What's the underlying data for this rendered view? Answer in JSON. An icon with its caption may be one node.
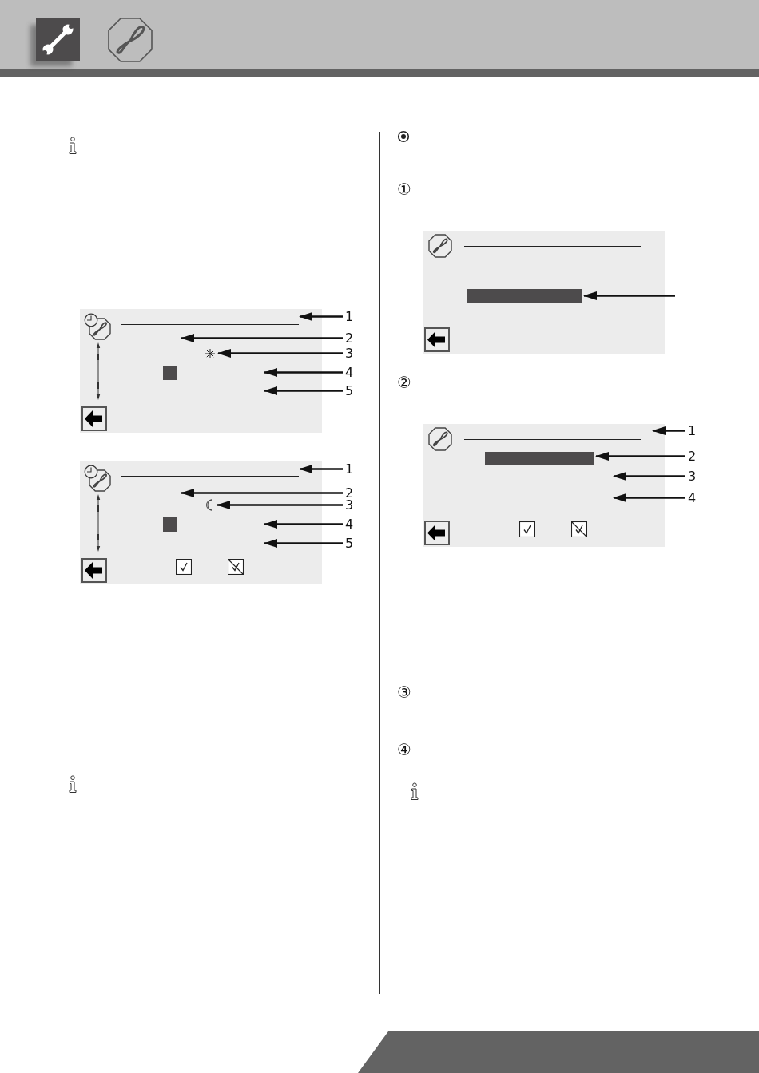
{
  "diagram": {
    "nodes": [
      {
        "text": [],
        "shape": "box"
      },
      {
        "text": [],
        "shape": "star",
        "in": 0
      },
      {
        "text": [
          "1"
        ]
      },
      {
        "text": [
          "2"
        ]
      },
      {
        "text": [
          "3"
        ]
      },
      {
        "text": [
          "4"
        ]
      },
      {
        "text": [
          "5"
        ]
      },
      {
        "text": [],
        "shape": "box"
      },
      {
        "text": [],
        "shape": "crescent",
        "in": 7
      },
      {
        "text": [
          "1"
        ]
      },
      {
        "text": [
          "2"
        ]
      },
      {
        "text": [
          "3"
        ]
      },
      {
        "text": [
          "4"
        ]
      },
      {
        "text": [
          "5"
        ]
      },
      {
        "text": [],
        "shape": "box"
      },
      {
        "text": [],
        "shape": "bar",
        "in": 14
      },
      {
        "text": [],
        "shape": "box"
      },
      {
        "text": [],
        "shape": "bar",
        "in": 16
      },
      {
        "text": [
          "1"
        ]
      },
      {
        "text": [
          "2"
        ]
      },
      {
        "text": [
          "3"
        ]
      },
      {
        "text": [
          "4"
        ]
      }
    ],
    "edges": [
      {
        "from": 2,
        "to": 0,
        "arrow": "to"
      },
      {
        "from": 3,
        "to": 0,
        "arrow": "to"
      },
      {
        "from": 4,
        "to": 1,
        "arrow": "to"
      },
      {
        "from": 5,
        "to": 0,
        "arrow": "to"
      },
      {
        "from": 6,
        "to": 0,
        "arrow": "to"
      },
      {
        "from": 9,
        "to": 7,
        "arrow": "to"
      },
      {
        "from": 10,
        "to": 7,
        "arrow": "to"
      },
      {
        "from": 11,
        "to": 8,
        "arrow": "to"
      },
      {
        "from": 12,
        "to": 7,
        "arrow": "to"
      },
      {
        "from": 13,
        "to": 7,
        "arrow": "to"
      },
      {
        "from": null,
        "to": 15,
        "arrow": "to"
      },
      {
        "from": 18,
        "to": 16,
        "arrow": "to"
      },
      {
        "from": 19,
        "to": 17,
        "arrow": "to"
      },
      {
        "from": 20,
        "to": 16,
        "arrow": "to"
      },
      {
        "from": 21,
        "to": 16,
        "arrow": "to"
      }
    ],
    "labels": [
      "①",
      "②",
      "③",
      "④"
    ]
  }
}
